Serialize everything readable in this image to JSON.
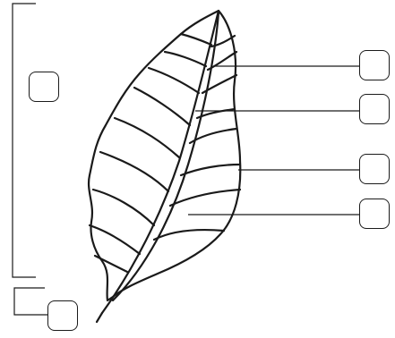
{
  "diagram": {
    "subject": "leaf-anatomy",
    "line_color": "#1a1a1a",
    "background": "#ffffff",
    "label_boxes": [
      {
        "id": "whole-leaf",
        "text": ""
      },
      {
        "id": "petiole",
        "text": ""
      },
      {
        "id": "vein",
        "text": ""
      },
      {
        "id": "midrib",
        "text": ""
      },
      {
        "id": "margin",
        "text": ""
      },
      {
        "id": "blade",
        "text": ""
      }
    ]
  }
}
